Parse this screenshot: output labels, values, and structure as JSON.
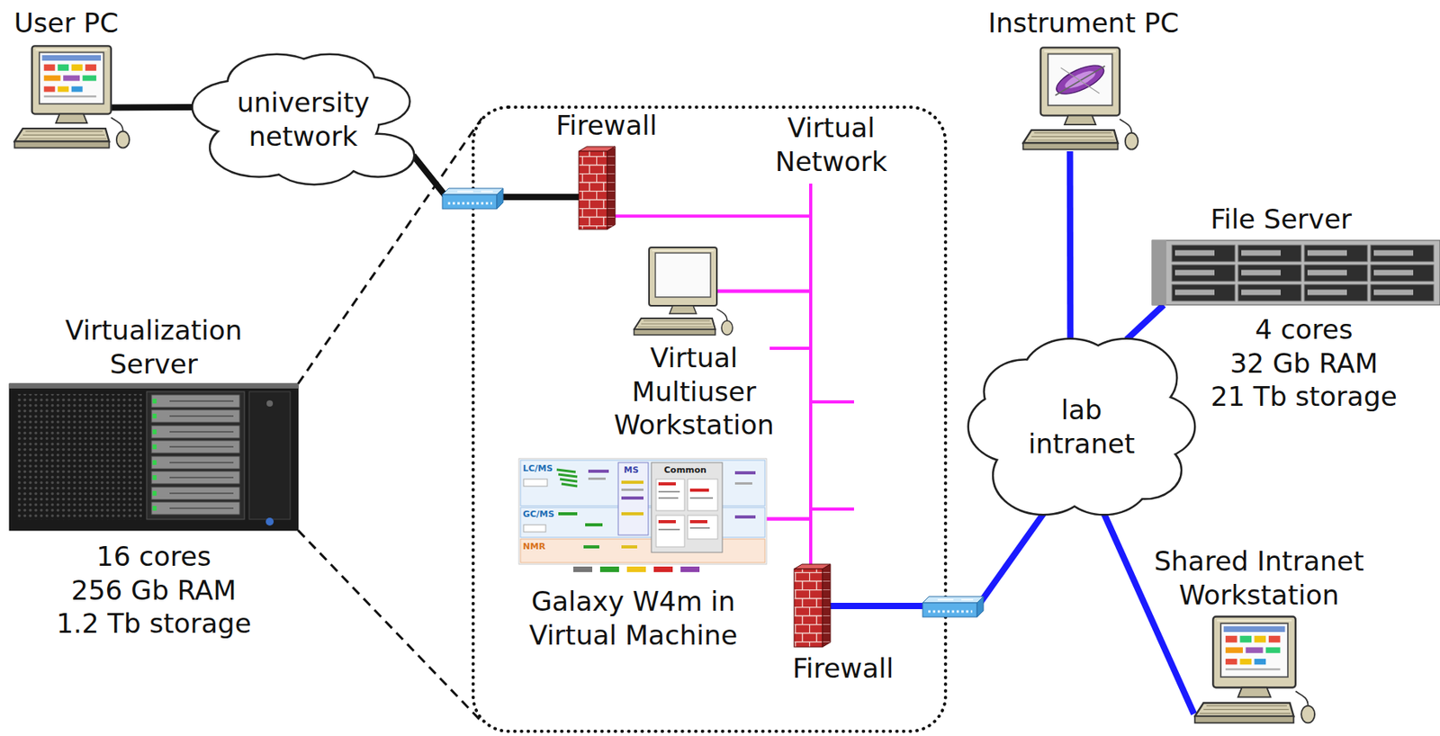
{
  "diagram": {
    "nodes": [
      {
        "text": [
          "User PC"
        ]
      },
      {
        "text": [
          "university network"
        ]
      },
      {
        "text": [
          "Virtualization Server",
          "16 cores",
          "256 Gb RAM",
          "1.2 Tb storage"
        ]
      },
      {
        "text": [
          "Firewall"
        ]
      },
      {
        "text": [
          "Virtual Multiuser Workstation"
        ]
      },
      {
        "text": [
          "Galaxy W4m in Virtual Machine"
        ]
      },
      {
        "text": [
          "Firewall"
        ]
      },
      {
        "text": [
          "Instrument PC"
        ]
      },
      {
        "text": [
          "File Server",
          "4 cores",
          "32 Gb RAM",
          "21 Tb storage"
        ]
      },
      {
        "text": [
          "lab intranet"
        ]
      },
      {
        "text": [
          "Shared Intranet Workstation"
        ]
      }
    ],
    "edges": [
      {
        "from": 0,
        "to": 1,
        "arrow": "none"
      },
      {
        "from": 1,
        "to": 3,
        "arrow": "none"
      },
      {
        "from": 3,
        "to": 4,
        "arrow": "none"
      },
      {
        "from": 4,
        "to": 5,
        "arrow": "none"
      },
      {
        "from": 5,
        "to": 6,
        "arrow": "none"
      },
      {
        "from": 6,
        "to": 9,
        "arrow": "none"
      },
      {
        "from": 7,
        "to": 9,
        "arrow": "none"
      },
      {
        "from": 9,
        "to": 8,
        "arrow": "none"
      },
      {
        "from": 9,
        "to": 10,
        "arrow": "none"
      }
    ],
    "labels": [
      "Virtual Network",
      "LC/MS",
      "MS",
      "Common",
      "GC/MS",
      "NMR"
    ]
  }
}
